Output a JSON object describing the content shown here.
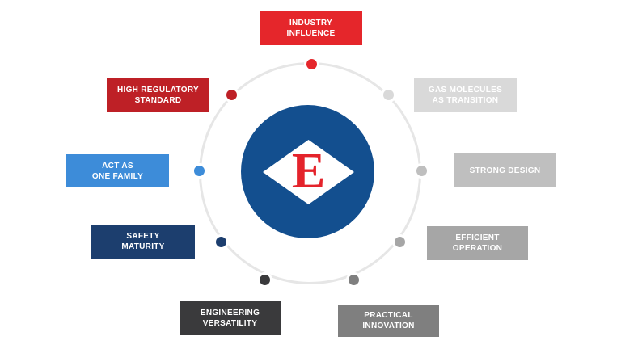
{
  "canvas": {
    "background_color": "#FFFFFF"
  },
  "ring": {
    "color": "#E6E6E6"
  },
  "center_logo": {
    "letter": "E",
    "circle_color": "#134F8F",
    "diamond_color": "#FFFFFF",
    "letter_color": "#E4232B"
  },
  "spokes": [
    {
      "id": "industry-influence",
      "label": "INDUSTRY\nINFLUENCE",
      "color": "#E5262B",
      "text_color": "#FFFFFF"
    },
    {
      "id": "high-regulatory-standard",
      "label": "HIGH REGULATORY\nSTANDARD",
      "color": "#BE2026",
      "text_color": "#FFFFFF"
    },
    {
      "id": "act-as-one-family",
      "label": "ACT AS\nONE FAMILY",
      "color": "#3D8CD9",
      "text_color": "#FFFFFF"
    },
    {
      "id": "safety-maturity",
      "label": "SAFETY\nMATURITY",
      "color": "#1C3E6E",
      "text_color": "#FFFFFF"
    },
    {
      "id": "engineering-versatility",
      "label": "ENGINEERING\nVERSATILITY",
      "color": "#3A3A3C",
      "text_color": "#FFFFFF"
    },
    {
      "id": "practical-innovation",
      "label": "PRACTICAL\nINNOVATION",
      "color": "#7F7F7F",
      "text_color": "#FFFFFF"
    },
    {
      "id": "efficient-operation",
      "label": "EFFICIENT\nOPERATION",
      "color": "#A6A6A6",
      "text_color": "#FFFFFF"
    },
    {
      "id": "strong-design",
      "label": "STRONG DESIGN",
      "color": "#BFBFBF",
      "text_color": "#FFFFFF"
    },
    {
      "id": "gas-molecules-as-transition",
      "label": "GAS MOLECULES\nAS TRANSITION",
      "color": "#D9D9D9",
      "text_color": "#FFFFFF"
    }
  ]
}
